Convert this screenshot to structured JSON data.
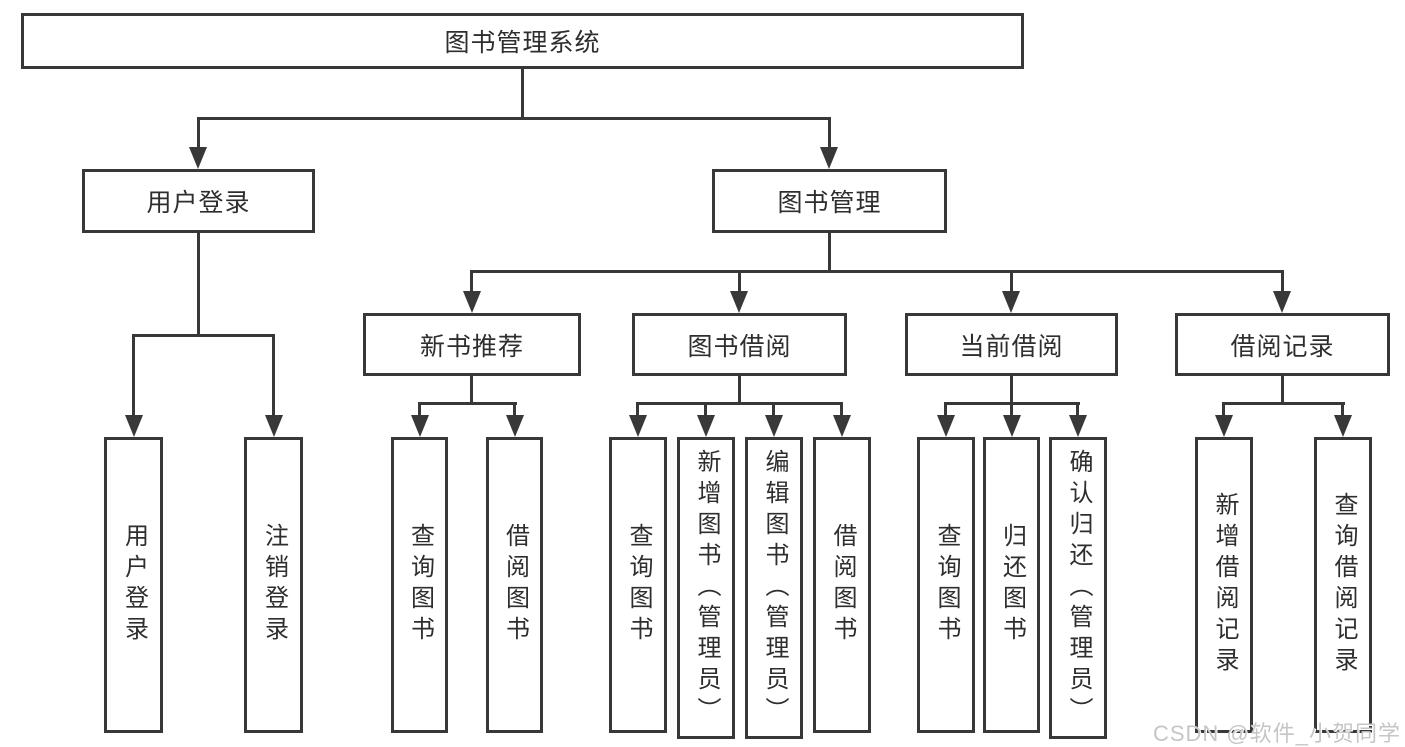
{
  "tree": {
    "root": "图书管理系统",
    "user": {
      "label": "用户登录",
      "leaves": [
        "用户登录",
        "注销登录"
      ]
    },
    "book": {
      "label": "图书管理",
      "groups": [
        {
          "label": "新书推荐",
          "leaves": [
            "查询图书",
            "借阅图书"
          ]
        },
        {
          "label": "图书借阅",
          "leaves": [
            "查询图书",
            "新增图书（管理员）",
            "编辑图书（管理员）",
            "借阅图书"
          ]
        },
        {
          "label": "当前借阅",
          "leaves": [
            "查询图书",
            "归还图书",
            "确认归还（管理员）"
          ]
        },
        {
          "label": "借阅记录",
          "leaves": [
            "新增借阅记录",
            "查询借阅记录"
          ]
        }
      ]
    }
  },
  "watermark": "CSDN @软件_小贺同学",
  "colors": {
    "line": "#383838",
    "text": "#2e2e2e",
    "watermark": "#c6c6c6"
  }
}
